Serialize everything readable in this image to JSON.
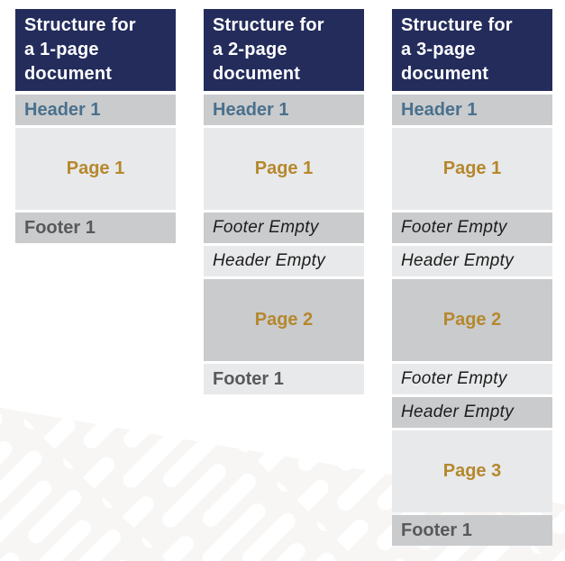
{
  "palette": {
    "background": "#ffffff",
    "title_bg": "#232c5b",
    "title_text": "#ffffff",
    "row_dark_bg": "#c9cbcd",
    "row_light_bg": "#e8e9ea",
    "header_ref_text": "#4a708d",
    "footer_ref_text": "#58595b",
    "page_text": "#b5882d",
    "empty_text": "#1c1c1c",
    "watermark_field": "#f7f6f5",
    "watermark_dash": "#ffffff"
  },
  "columns": [
    {
      "title": "Structure for a 1-page document",
      "title_lines": [
        "Structure for",
        "a 1-page",
        "document"
      ],
      "rows": [
        {
          "label": "Header 1",
          "kind": "header-ref",
          "size": "small",
          "shade": "dark"
        },
        {
          "label": "Page 1",
          "kind": "page",
          "size": "large",
          "shade": "light"
        },
        {
          "label": "Footer 1",
          "kind": "footer-ref",
          "size": "small",
          "shade": "dark"
        }
      ]
    },
    {
      "title": "Structure for a 2-page document",
      "title_lines": [
        "Structure for",
        "a 2-page",
        "document"
      ],
      "rows": [
        {
          "label": "Header 1",
          "kind": "header-ref",
          "size": "small",
          "shade": "dark"
        },
        {
          "label": "Page 1",
          "kind": "page",
          "size": "large",
          "shade": "light"
        },
        {
          "label": "Footer Empty",
          "kind": "empty",
          "size": "small",
          "shade": "dark"
        },
        {
          "label": "Header Empty",
          "kind": "empty",
          "size": "small",
          "shade": "light"
        },
        {
          "label": "Page 2",
          "kind": "page",
          "size": "large",
          "shade": "dark"
        },
        {
          "label": "Footer 1",
          "kind": "footer-ref",
          "size": "small",
          "shade": "light"
        }
      ]
    },
    {
      "title": "Structure for a 3-page document",
      "title_lines": [
        "Structure for",
        "a 3-page",
        "document"
      ],
      "rows": [
        {
          "label": "Header 1",
          "kind": "header-ref",
          "size": "small",
          "shade": "dark"
        },
        {
          "label": "Page 1",
          "kind": "page",
          "size": "large",
          "shade": "light"
        },
        {
          "label": "Footer Empty",
          "kind": "empty",
          "size": "small",
          "shade": "dark"
        },
        {
          "label": "Header Empty",
          "kind": "empty",
          "size": "small",
          "shade": "light"
        },
        {
          "label": "Page 2",
          "kind": "page",
          "size": "large",
          "shade": "dark"
        },
        {
          "label": "Footer Empty",
          "kind": "empty",
          "size": "small",
          "shade": "light"
        },
        {
          "label": "Header Empty",
          "kind": "empty",
          "size": "small",
          "shade": "dark"
        },
        {
          "label": "Page 3",
          "kind": "page",
          "size": "large",
          "shade": "light"
        },
        {
          "label": "Footer 1",
          "kind": "footer-ref",
          "size": "small",
          "shade": "dark"
        }
      ]
    }
  ]
}
